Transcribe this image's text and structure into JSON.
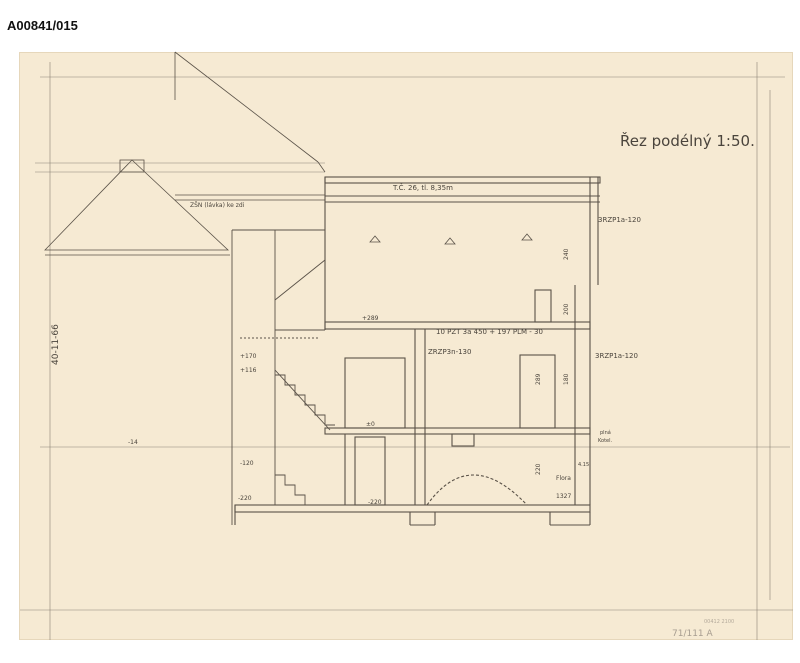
{
  "document": {
    "archive_id": "A00841/015",
    "title": "Řez podélný 1:50.",
    "margin_code": "40-11-66",
    "roof_note": "T.Č. 26, tl. 8,35m",
    "attic_note": "ZŠN  (lávka)  ke  zdi",
    "floor_slab_note": "10 PZT 3a 450 + 197 PLM - 30",
    "wall_codes": [
      "3RZP1a-120",
      "3RZP1a-120",
      "ZRZP3n-130"
    ],
    "levels": [
      "+289",
      "+170",
      "+116",
      "±0",
      "-120",
      "-220",
      "-220",
      "-14"
    ],
    "heights": [
      "240",
      "289",
      "220",
      "180",
      "200"
    ],
    "room_notes": [
      "Flora",
      "Kotel.",
      "plná",
      "1327",
      "4.15"
    ],
    "corner_stamp": "00412 2100",
    "pencil_note": "71/111 A"
  }
}
